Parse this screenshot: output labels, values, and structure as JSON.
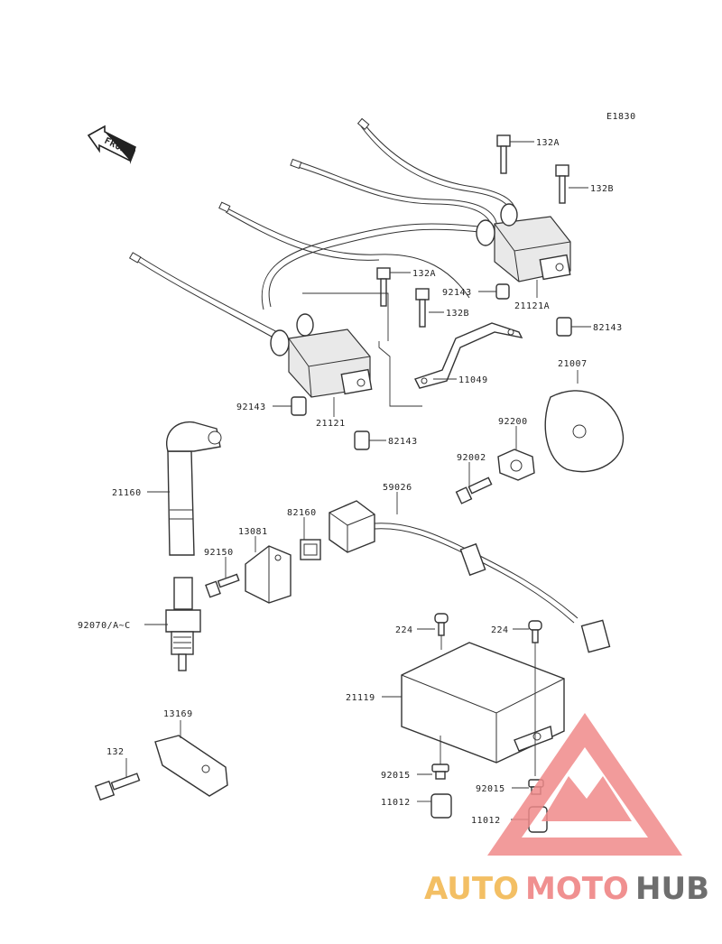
{
  "diagram": {
    "code": "E1830",
    "front_label": "FRONT",
    "parts": [
      {
        "id": "132A"
      },
      {
        "id": "132B"
      },
      {
        "id": "132A"
      },
      {
        "id": "132B"
      },
      {
        "id": "92143"
      },
      {
        "id": "21121A"
      },
      {
        "id": "82143"
      },
      {
        "id": "11049"
      },
      {
        "id": "21007"
      },
      {
        "id": "92143"
      },
      {
        "id": "21121"
      },
      {
        "id": "82143"
      },
      {
        "id": "92200"
      },
      {
        "id": "92002"
      },
      {
        "id": "21160"
      },
      {
        "id": "59026"
      },
      {
        "id": "82160"
      },
      {
        "id": "13081"
      },
      {
        "id": "92150"
      },
      {
        "id": "92070/A~C"
      },
      {
        "id": "224"
      },
      {
        "id": "224"
      },
      {
        "id": "21119"
      },
      {
        "id": "13169"
      },
      {
        "id": "132"
      },
      {
        "id": "92015"
      },
      {
        "id": "92015"
      },
      {
        "id": "11012"
      },
      {
        "id": "11012"
      }
    ]
  },
  "watermark": {
    "auto": "AUTO",
    "moto": "MOTO",
    "hub": "HUB",
    "colors": {
      "auto": "#f2b44a",
      "moto": "#ee7d7d",
      "hub": "#555555",
      "logo": "#f08a8a"
    }
  }
}
